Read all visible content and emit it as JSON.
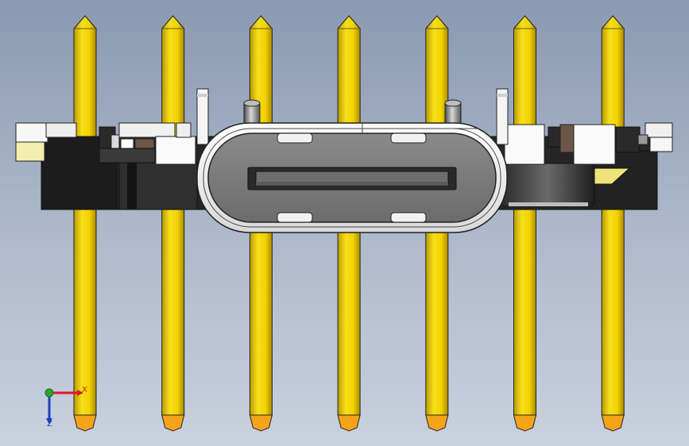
{
  "viewport": {
    "background_top": "#8a99b0",
    "background_bottom": "#c9d1de"
  },
  "model": {
    "pin_count": 7,
    "pin_color": "#f2d200",
    "pin_tip_color": "#f5a31a",
    "body_color": "#2b2b2b",
    "shell_color": "#f2f2f2",
    "receptacle_color": "#7d7d7d"
  },
  "triad": {
    "x_label": "X",
    "z_label": "Z",
    "x_color": "#d8192c",
    "y_color": "#2fa12f",
    "z_color": "#1f3fb8",
    "icon": "coordinate-triad-icon"
  }
}
